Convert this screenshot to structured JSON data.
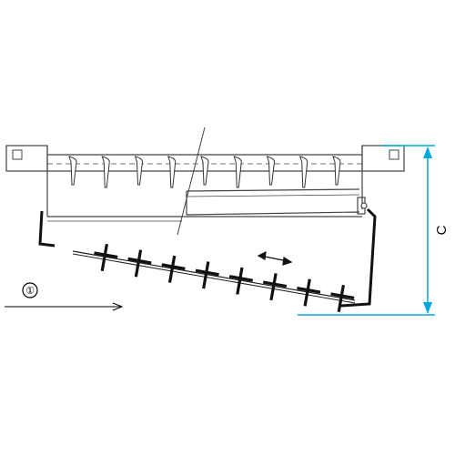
{
  "diagram": {
    "direction_marker": "①",
    "dimension_label": "C",
    "spike_count": 9,
    "blade_count": 8,
    "colors": {
      "line": "#333333",
      "blade": "#111111",
      "dimension": "#00a7e1",
      "background": "#ffffff"
    }
  }
}
